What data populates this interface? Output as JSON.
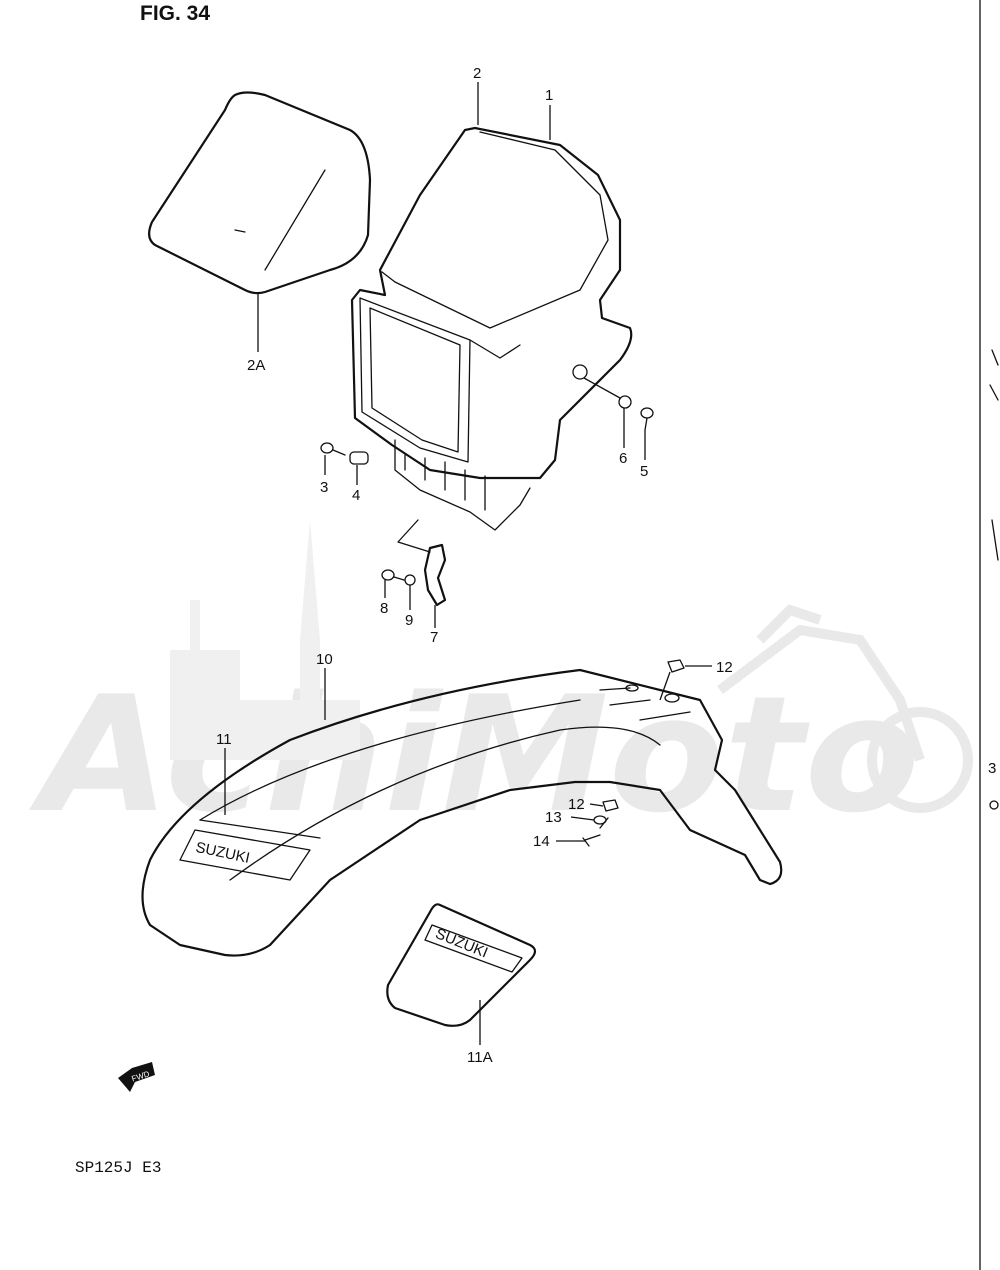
{
  "figure": {
    "title": "FIG. 34",
    "model": "SP125J  E3"
  },
  "watermark": {
    "text": "AchiMoto",
    "color": "#d8d8d8"
  },
  "decal_text": {
    "fender_decal": "SUZUKI",
    "mudflap_decal": "SUZUKI"
  },
  "fwd_arrow": {
    "label": "FWD"
  },
  "callouts": [
    {
      "id": "1",
      "label": "1"
    },
    {
      "id": "2",
      "label": "2"
    },
    {
      "id": "2A",
      "label": "2A"
    },
    {
      "id": "3",
      "label": "3"
    },
    {
      "id": "4",
      "label": "4"
    },
    {
      "id": "5",
      "label": "5"
    },
    {
      "id": "6",
      "label": "6"
    },
    {
      "id": "7",
      "label": "7"
    },
    {
      "id": "8",
      "label": "8"
    },
    {
      "id": "9",
      "label": "9"
    },
    {
      "id": "10",
      "label": "10"
    },
    {
      "id": "11",
      "label": "11"
    },
    {
      "id": "11A",
      "label": "11A"
    },
    {
      "id": "12a",
      "label": "12"
    },
    {
      "id": "12b",
      "label": "12"
    },
    {
      "id": "13",
      "label": "13"
    },
    {
      "id": "14",
      "label": "14"
    }
  ],
  "edge_fragment": {
    "label": "3"
  },
  "colors": {
    "line": "#111111",
    "watermark": "#d8d8d8",
    "background": "#ffffff"
  }
}
